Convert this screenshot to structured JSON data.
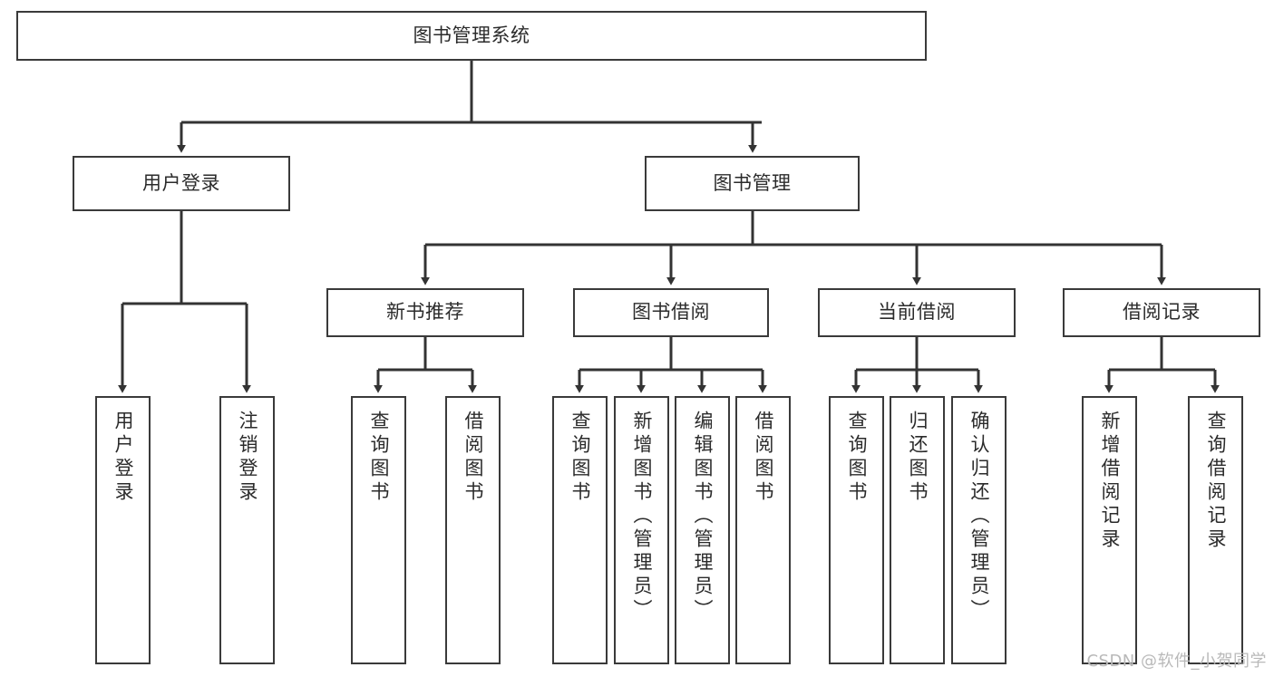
{
  "diagram": {
    "title": "图书管理系统",
    "type": "tree-hierarchy-chart",
    "root": {
      "label": "图书管理系统"
    },
    "level1": [
      {
        "label": "用户登录"
      },
      {
        "label": "图书管理"
      }
    ],
    "level2": [
      {
        "label": "新书推荐"
      },
      {
        "label": "图书借阅"
      },
      {
        "label": "当前借阅"
      },
      {
        "label": "借阅记录"
      }
    ],
    "leaves": {
      "user_login": [
        {
          "label": "用户登录"
        },
        {
          "label": "注销登录"
        }
      ],
      "new_book_recommend": [
        {
          "label": "查询图书"
        },
        {
          "label": "借阅图书"
        }
      ],
      "book_borrow": [
        {
          "label": "查询图书"
        },
        {
          "label": "新增图书（管理员）"
        },
        {
          "label": "编辑图书（管理员）"
        },
        {
          "label": "借阅图书"
        }
      ],
      "current_borrow": [
        {
          "label": "查询图书"
        },
        {
          "label": "归还图书"
        },
        {
          "label": "确认归还（管理员）"
        }
      ],
      "borrow_record": [
        {
          "label": "新增借阅记录"
        },
        {
          "label": "查询借阅记录"
        }
      ]
    }
  },
  "watermark": {
    "text": "CSDN @软件_小贺同学"
  },
  "colors": {
    "border": "#3a3a3a",
    "text": "#2b2b2b",
    "background": "#ffffff",
    "connector": "#333333",
    "watermark": "#b9b9b9"
  }
}
